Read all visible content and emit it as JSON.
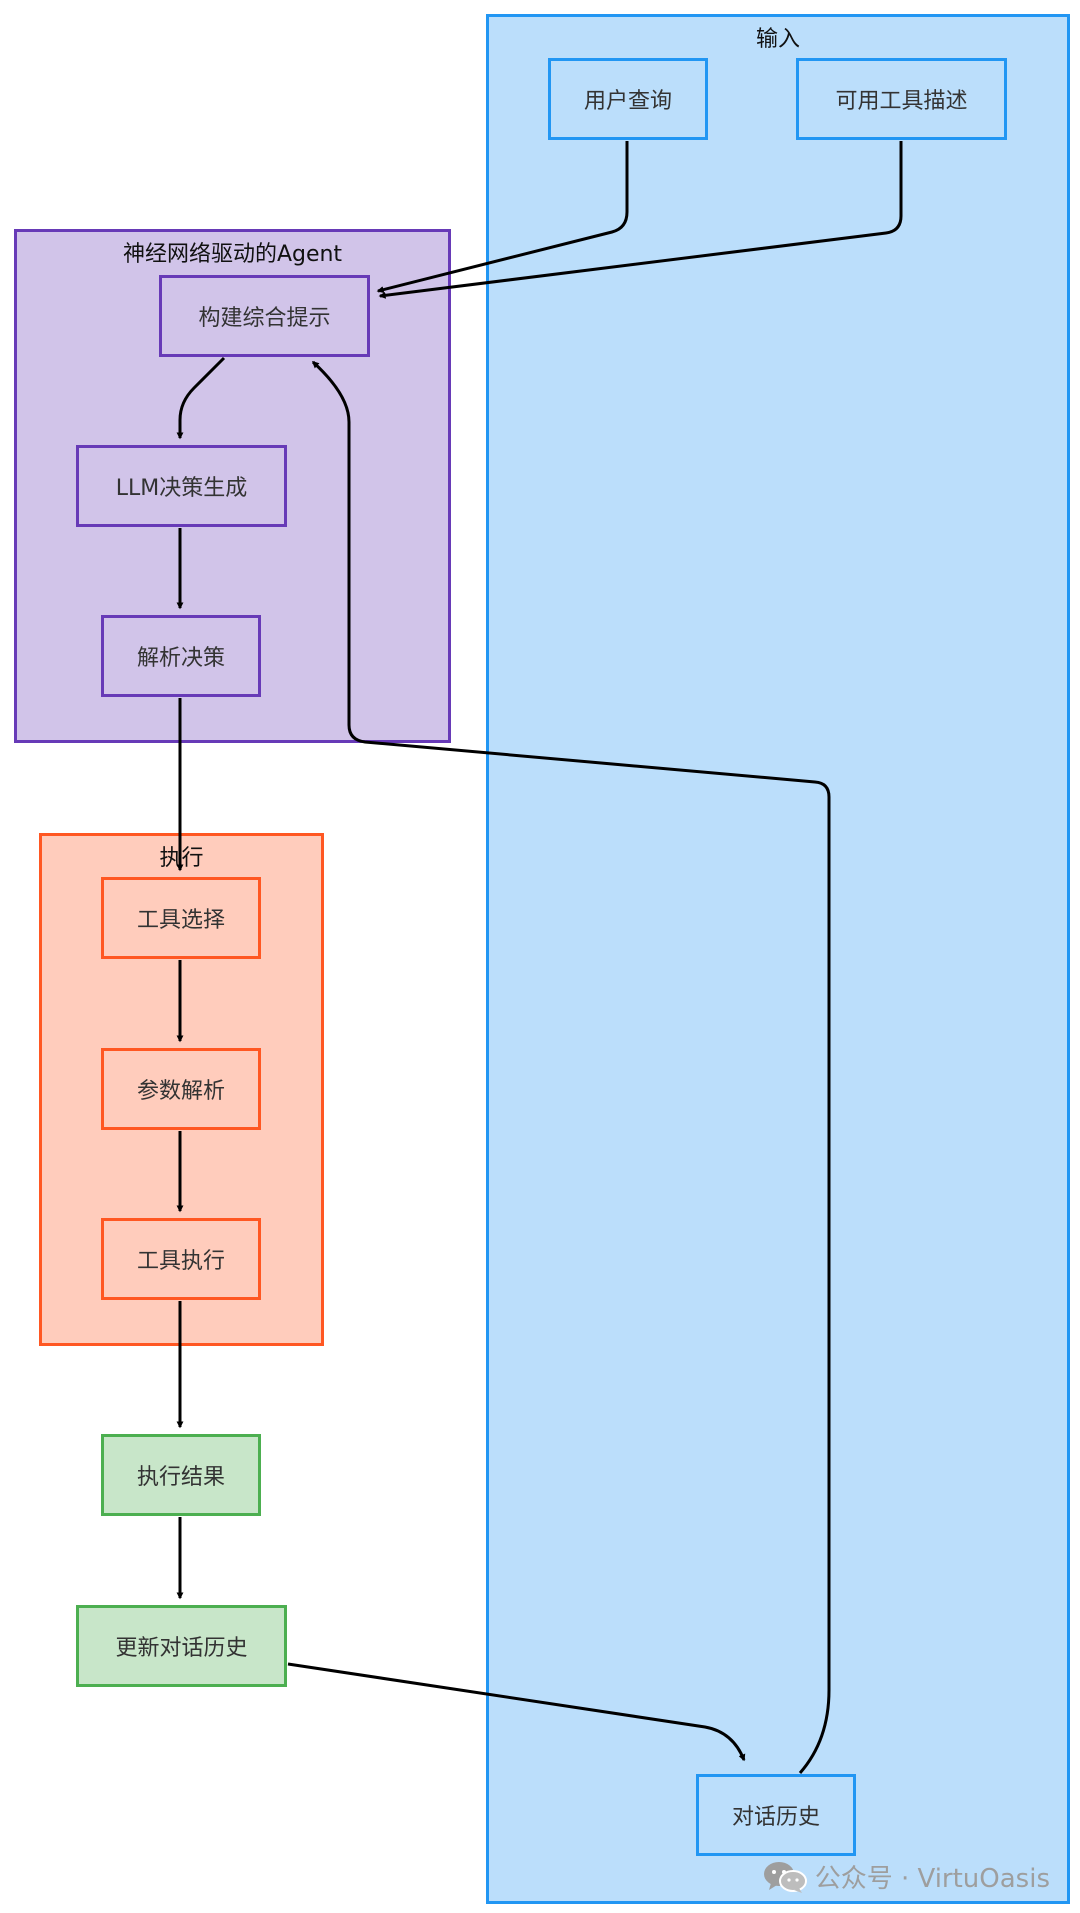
{
  "groups": {
    "input": {
      "title": "输入"
    },
    "agent": {
      "title": "神经网络驱动的Agent"
    },
    "exec": {
      "title": "执行"
    }
  },
  "nodes": {
    "user_query": "用户查询",
    "tool_desc": "可用工具描述",
    "build_prompt": "构建综合提示",
    "llm_decision": "LLM决策生成",
    "parse_decision": "解析决策",
    "tool_select": "工具选择",
    "param_parse": "参数解析",
    "tool_exec": "工具执行",
    "exec_result": "执行结果",
    "update_history": "更新对话历史",
    "chat_history": "对话历史"
  },
  "watermark": {
    "text": "公众号 · VirtuOasis",
    "icon": "wechat-icon"
  },
  "colors": {
    "input_fill": "#bbdefb",
    "input_border": "#2196f3",
    "agent_fill": "#d1c4e9",
    "agent_border": "#673ab7",
    "exec_fill": "#ffccbc",
    "exec_border": "#ff5722",
    "result_fill": "#c8e6c9",
    "result_border": "#4caf50",
    "edge": "#000000"
  }
}
